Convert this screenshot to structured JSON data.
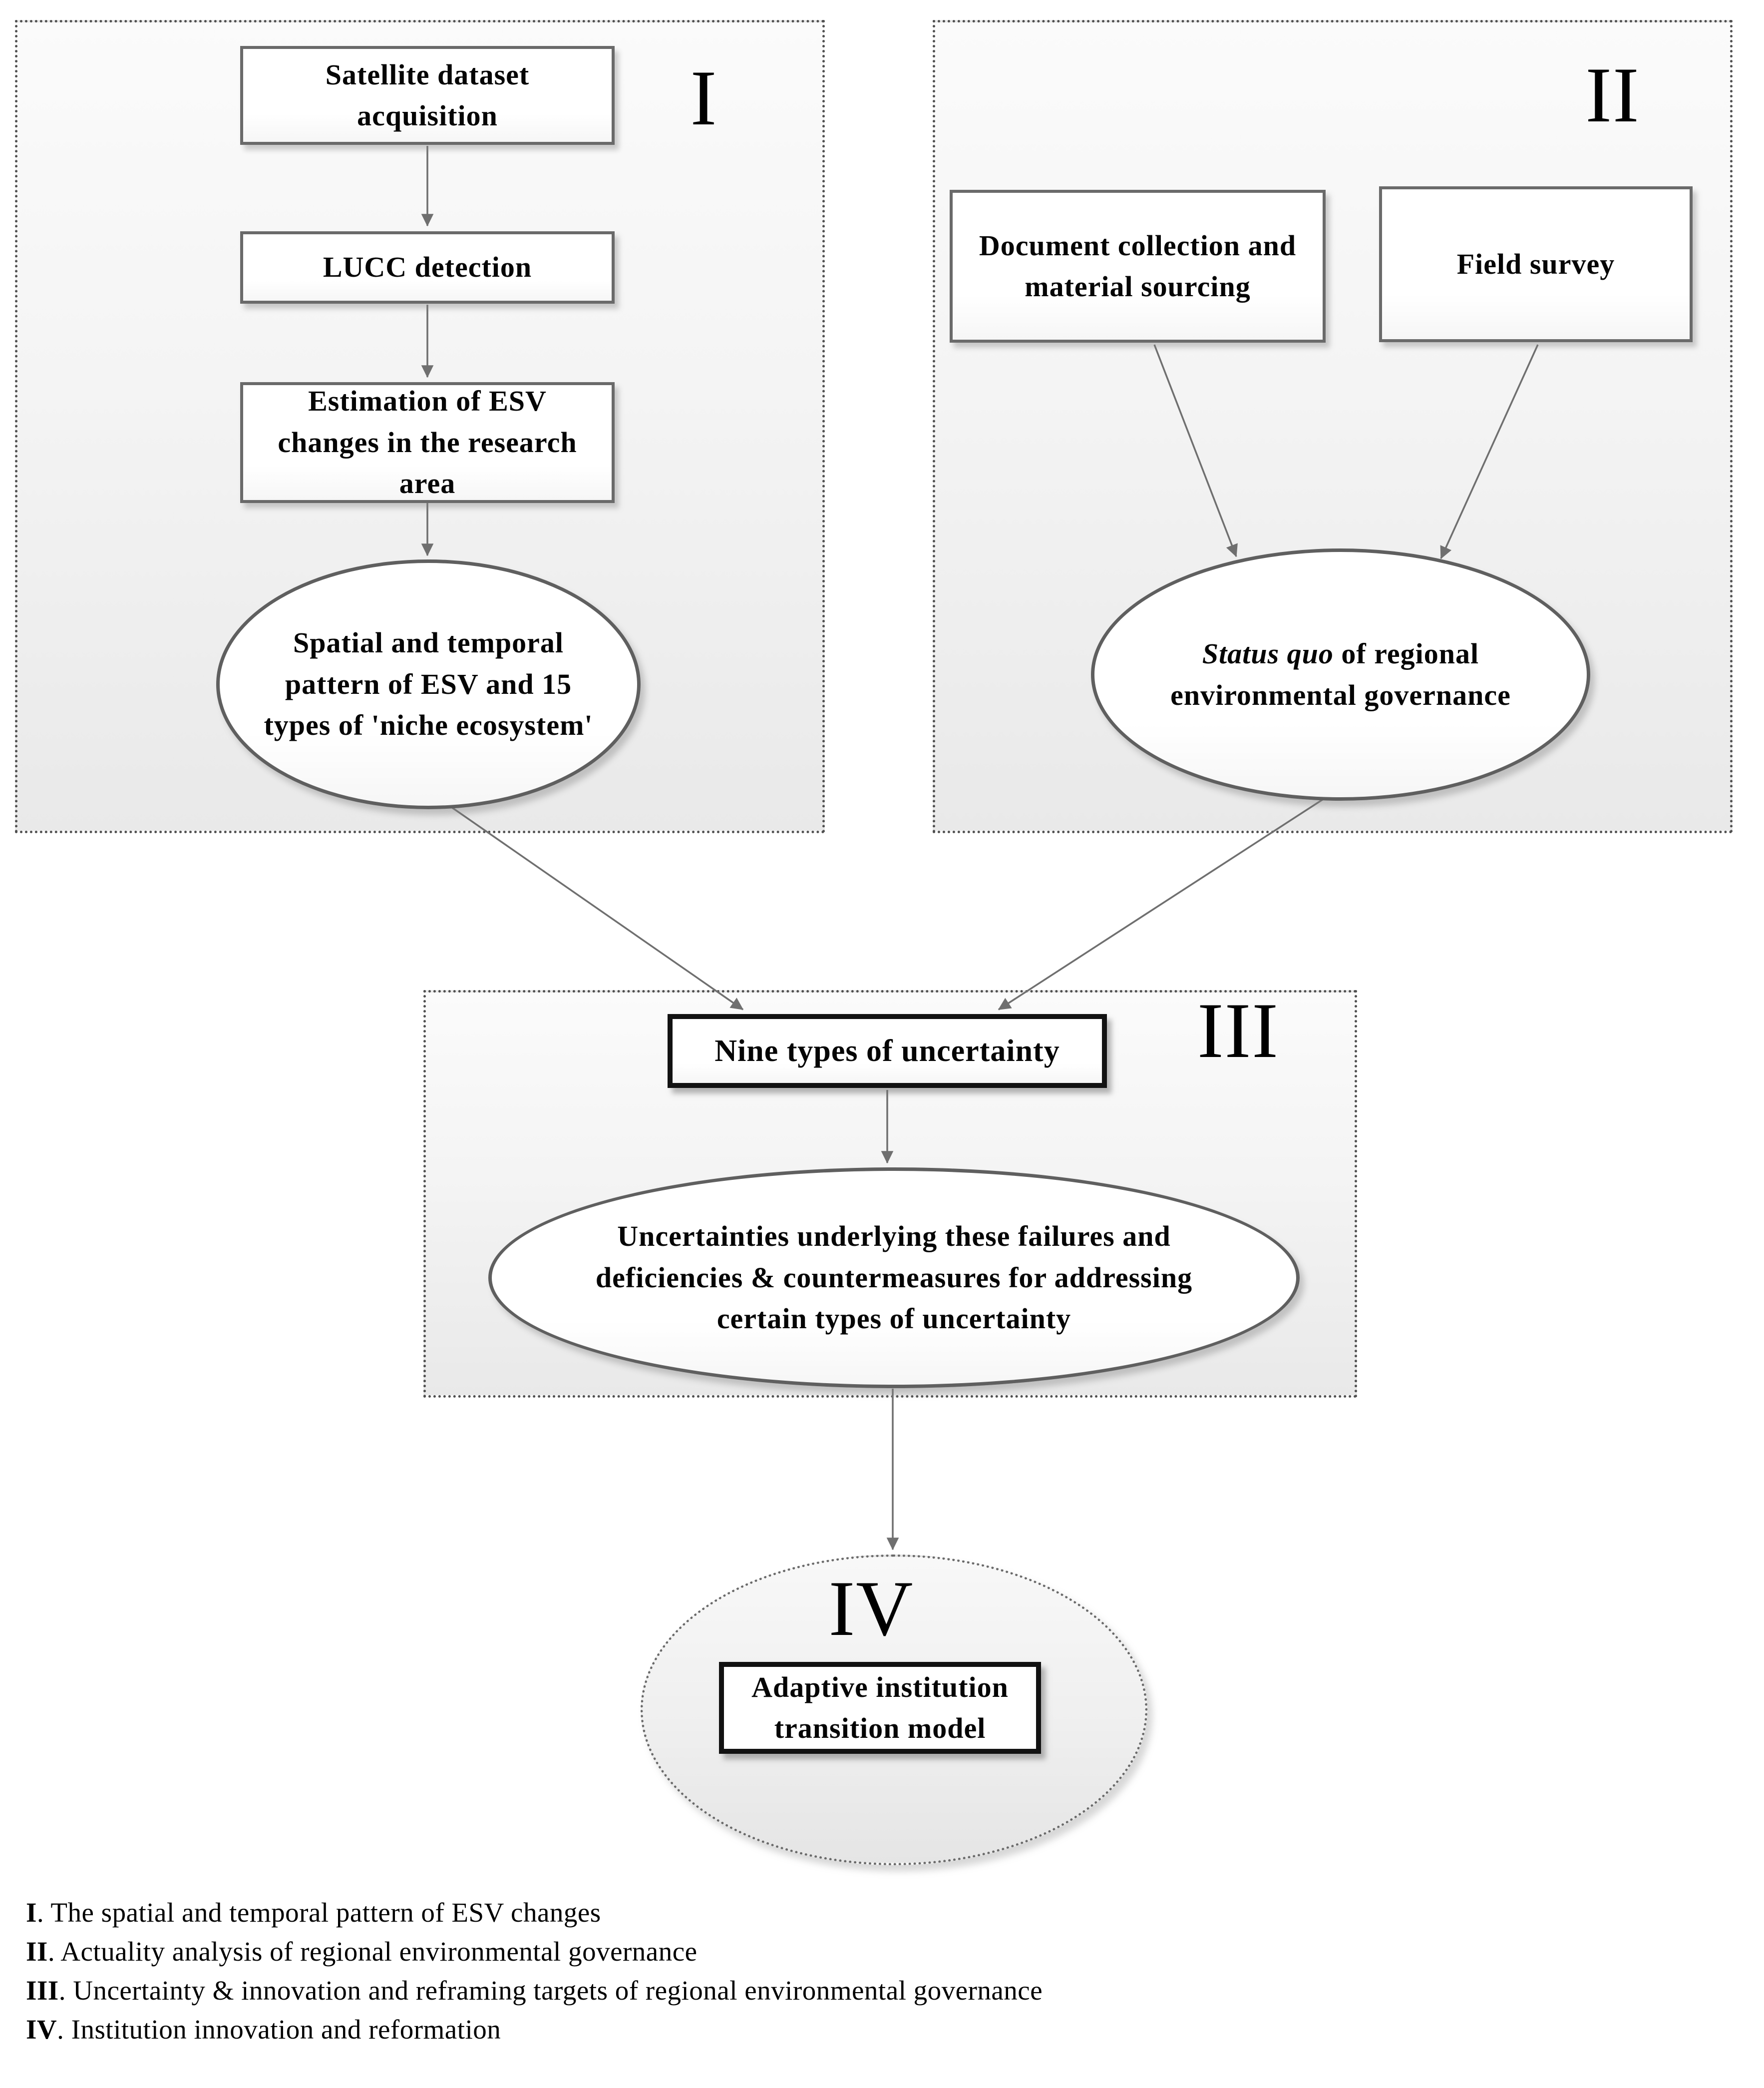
{
  "figure": {
    "type": "flowchart",
    "description_domain": "research methodology diagram"
  },
  "sections": {
    "one": {
      "numeral": "I",
      "satellite_box": "Satellite dataset acquisition",
      "lucc_box": "LUCC detection",
      "estimation_box": "Estimation of ESV changes in the research area",
      "pattern_ellipse": "Spatial and temporal pattern of ESV and 15 types of 'niche ecosystem'"
    },
    "two": {
      "numeral": "II",
      "document_box": "Document collection and material sourcing",
      "field_box": "Field survey",
      "status_quo_italic": "Status quo",
      "status_quo_rest": " of regional environmental governance"
    },
    "three": {
      "numeral": "III",
      "nine_types_box": "Nine types of uncertainty",
      "uncertainties_ellipse": "Uncertainties underlying these failures and deficiencies & countermeasures for addressing certain types of uncertainty"
    },
    "four": {
      "numeral": "IV",
      "adaptive_box": "Adaptive institution transition model"
    }
  },
  "legend": {
    "items": [
      {
        "numeral": "I",
        "text": ". The spatial and temporal pattern of ESV changes"
      },
      {
        "numeral": "II",
        "text": ". Actuality analysis of regional environmental governance"
      },
      {
        "numeral": "III",
        "text": ". Uncertainty & innovation and reframing targets of regional environmental governance"
      },
      {
        "numeral": "IV",
        "text": ". Institution innovation and reformation"
      }
    ]
  },
  "colors": {
    "node_border_gray": "#6a6a6a",
    "emphasis_border_black": "#121212",
    "arrow_gray": "#6f6f6f",
    "dashed_border": "#4f4f4f",
    "section_fill_top": "#fbfbfb",
    "section_fill_bottom": "#e9e9e9"
  }
}
